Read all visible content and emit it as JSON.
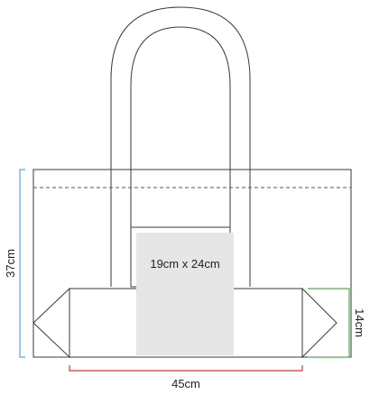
{
  "dimensions": {
    "height_label": "37cm",
    "width_label": "45cm",
    "gusset_label": "14cm",
    "print_area_label": "19cm x 24cm"
  },
  "colors": {
    "height_line": "#5aa9e6",
    "width_line": "#d9363e",
    "gusset_line": "#4caf50",
    "print_area": "#e6e6e6",
    "outline": "#3a3a3a"
  }
}
